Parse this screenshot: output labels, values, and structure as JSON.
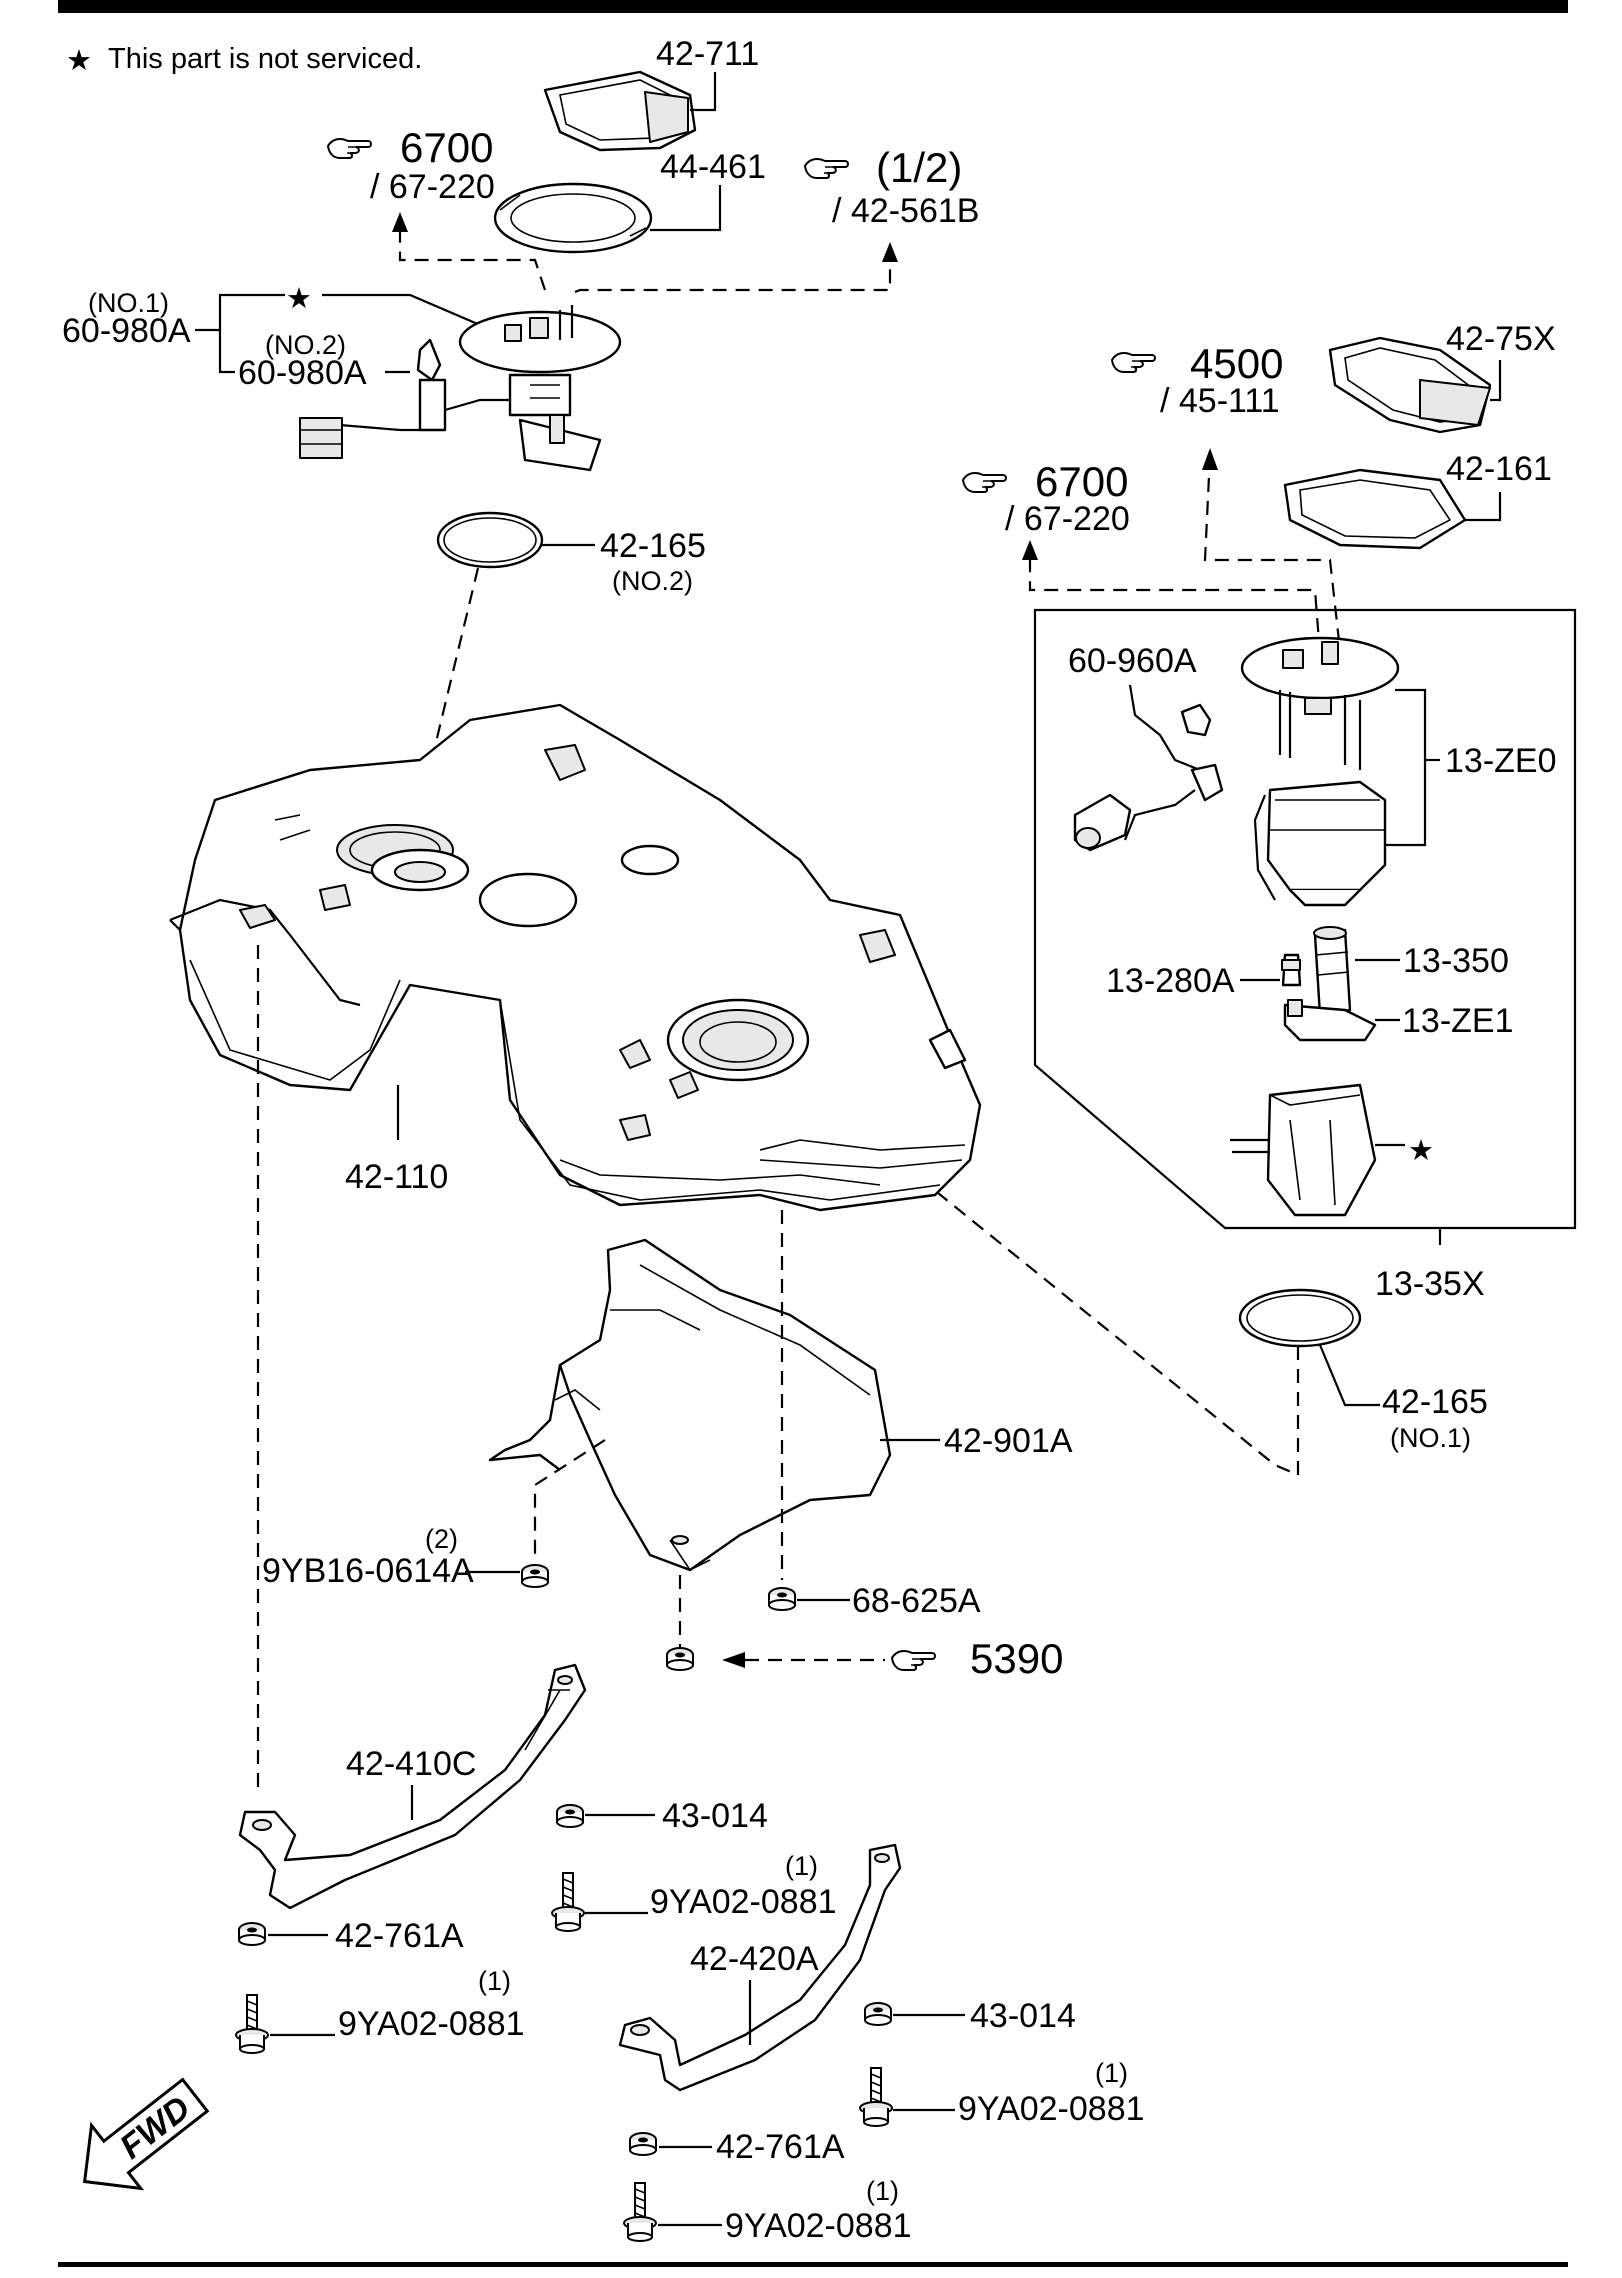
{
  "note": {
    "star": "★",
    "text": "This part is not serviced."
  },
  "labels": {
    "p42_711": "42-711",
    "ref_6700_top": "6700",
    "ref_67_220_top": "/ 67-220",
    "p44_461": "44-461",
    "ref_1_2": "(1/2)",
    "ref_42_561b": "/ 42-561B",
    "no1_top": "(NO.1)",
    "p60_980a_1": "60-980A",
    "no2_top": "(NO.2)",
    "p60_980a_2": "60-980A",
    "p42_75x": "42-75X",
    "ref_4500": "4500",
    "ref_45_111": "/ 45-111",
    "p42_161": "42-161",
    "ref_6700_right": "6700",
    "ref_67_220_right": "/ 67-220",
    "p42_165_top": "42-165",
    "no2_165": "(NO.2)",
    "p60_960a": "60-960A",
    "p13_ze0": "13-ZE0",
    "p13_350": "13-350",
    "p13_280a": "13-280A",
    "p13_ze1": "13-ZE1",
    "p42_110": "42-110",
    "p13_35x": "13-35X",
    "p42_165_right": "42-165",
    "no1_165": "(NO.1)",
    "p42_901a": "42-901A",
    "qty_2": "(2)",
    "p9yb16": "9YB16-0614A",
    "p68_625a": "68-625A",
    "ref_5390": "5390",
    "p42_410c": "42-410C",
    "p43_014_a": "43-014",
    "qty_1_a": "(1)",
    "p9ya_a": "9YA02-0881",
    "p42_761a_a": "42-761A",
    "qty_1_b": "(1)",
    "p9ya_b": "9YA02-0881",
    "p42_420a": "42-420A",
    "p43_014_b": "43-014",
    "qty_1_c": "(1)",
    "p9ya_c": "9YA02-0881",
    "p42_761a_b": "42-761A",
    "qty_1_d": "(1)",
    "p9ya_d": "9YA02-0881",
    "fwd": "FWD"
  },
  "icons": [
    "pointing-hand-icon",
    "star-icon",
    "fwd-arrow-icon"
  ]
}
